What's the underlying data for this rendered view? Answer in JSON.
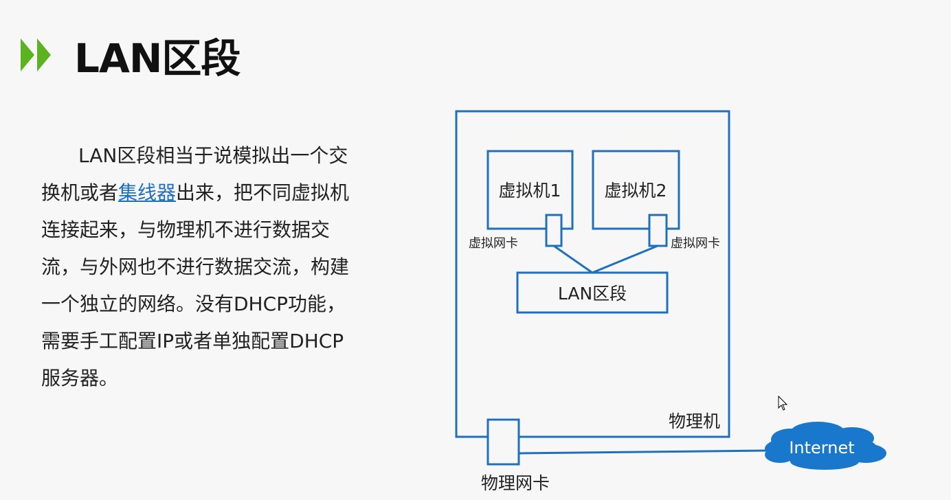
{
  "slide": {
    "title": "LAN区段",
    "paragraph": {
      "part1": "LAN区段相当于说模拟出一个交换机或者",
      "link": "集线器",
      "part2": "出来，把不同虚拟机连接起来，与物理机不进行数据交流，与外网也不进行数据交流，构建一个独立的网络。没有DHCP功能，需要手工配置IP或者单独配置DHCP服务器。"
    }
  },
  "diagram": {
    "vm1_label": "虚拟机1",
    "vm2_label": "虚拟机2",
    "nic1_label": "虚拟网卡",
    "nic2_label": "虚拟网卡",
    "lan_label": "LAN区段",
    "host_label": "物理机",
    "physical_nic_label": "物理网卡",
    "internet_label": "Internet"
  },
  "colors": {
    "accent_green": "#5bb31f",
    "box_blue": "#1f6fbf",
    "cloud_blue": "#1a78cc",
    "link_blue": "#1f6fbf"
  }
}
